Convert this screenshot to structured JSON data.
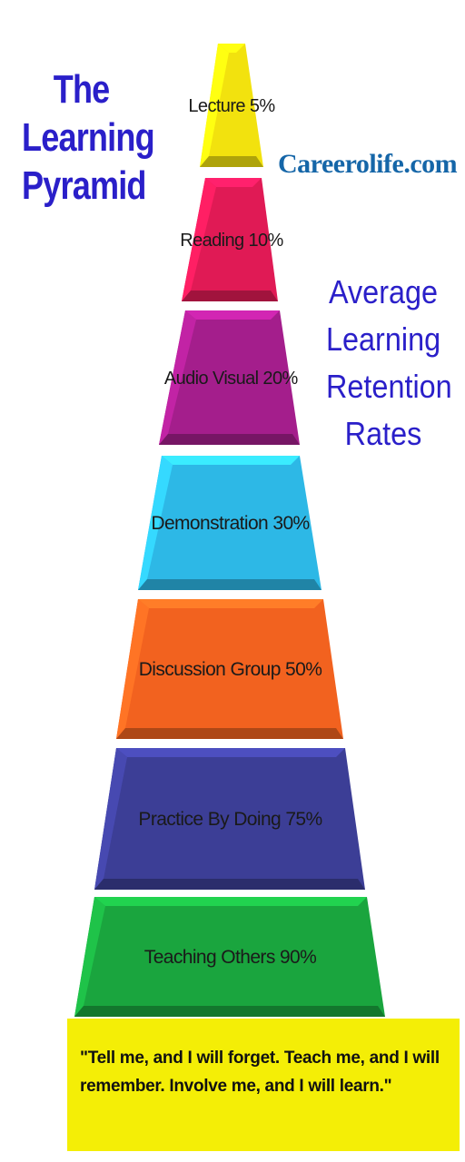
{
  "title": {
    "lines": [
      "The",
      "Learning",
      "Pyramid"
    ],
    "color": "#2a1fc9"
  },
  "site": {
    "text": "Careerolife.com",
    "color": "#1566a8"
  },
  "subtitle": {
    "lines": [
      "Average",
      "Learning",
      "Retention",
      "Rates"
    ],
    "color": "#2a1fc9"
  },
  "levels": [
    {
      "label": "Lecture 5%",
      "value": 5,
      "color": "#f2e20e"
    },
    {
      "label": "Reading 10%",
      "value": 10,
      "color": "#e01a55"
    },
    {
      "label": "Audio Visual 20%",
      "value": 20,
      "color": "#a41e8c"
    },
    {
      "label": "Demonstration 30%",
      "value": 30,
      "color": "#2db8e6"
    },
    {
      "label": "Discussion Group 50%",
      "value": 50,
      "color": "#f2621f"
    },
    {
      "label": "Practice By Doing 75%",
      "value": 75,
      "color": "#3c3e96"
    },
    {
      "label": "Teaching Others 90%",
      "value": 90,
      "color": "#1aa53e"
    }
  ],
  "quote": {
    "lines": [
      "\"Tell me, and I will forget.  Teach me, and I will",
      "remember.  Involve me, and I will learn.\""
    ],
    "background": "#f4ee06"
  }
}
